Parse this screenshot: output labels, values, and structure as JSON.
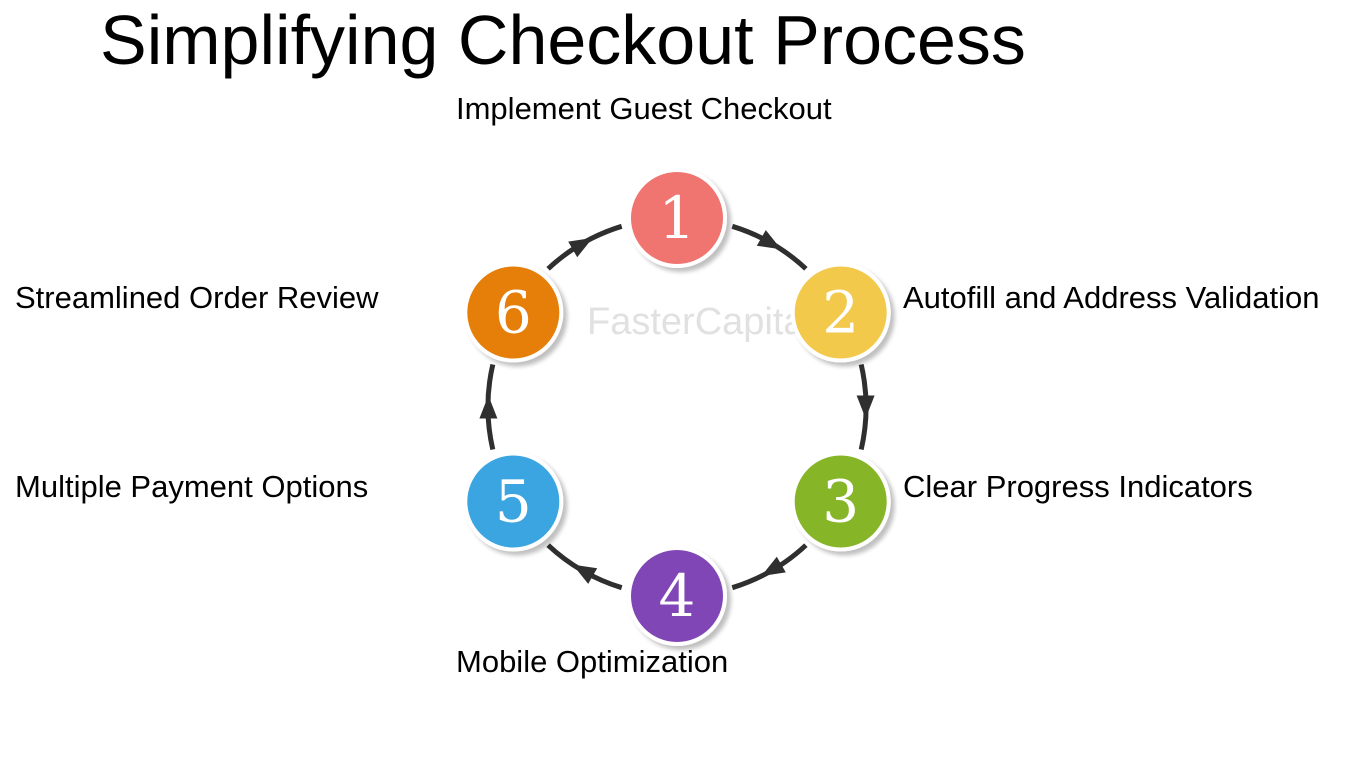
{
  "title": "Simplifying Checkout Process",
  "watermark": "FasterCapital",
  "steps": [
    {
      "number": "1",
      "label": "Implement Guest Checkout",
      "color": "#f07470"
    },
    {
      "number": "2",
      "label": "Autofill and Address Validation",
      "color": "#f2c94b"
    },
    {
      "number": "3",
      "label": "Clear Progress Indicators",
      "color": "#86b527"
    },
    {
      "number": "4",
      "label": "Mobile Optimization",
      "color": "#8046b5"
    },
    {
      "number": "5",
      "label": "Multiple Payment Options",
      "color": "#3aa5e0"
    },
    {
      "number": "6",
      "label": "Streamlined Order Review",
      "color": "#e57f0a"
    }
  ],
  "arrow_color": "#2f2f2f"
}
